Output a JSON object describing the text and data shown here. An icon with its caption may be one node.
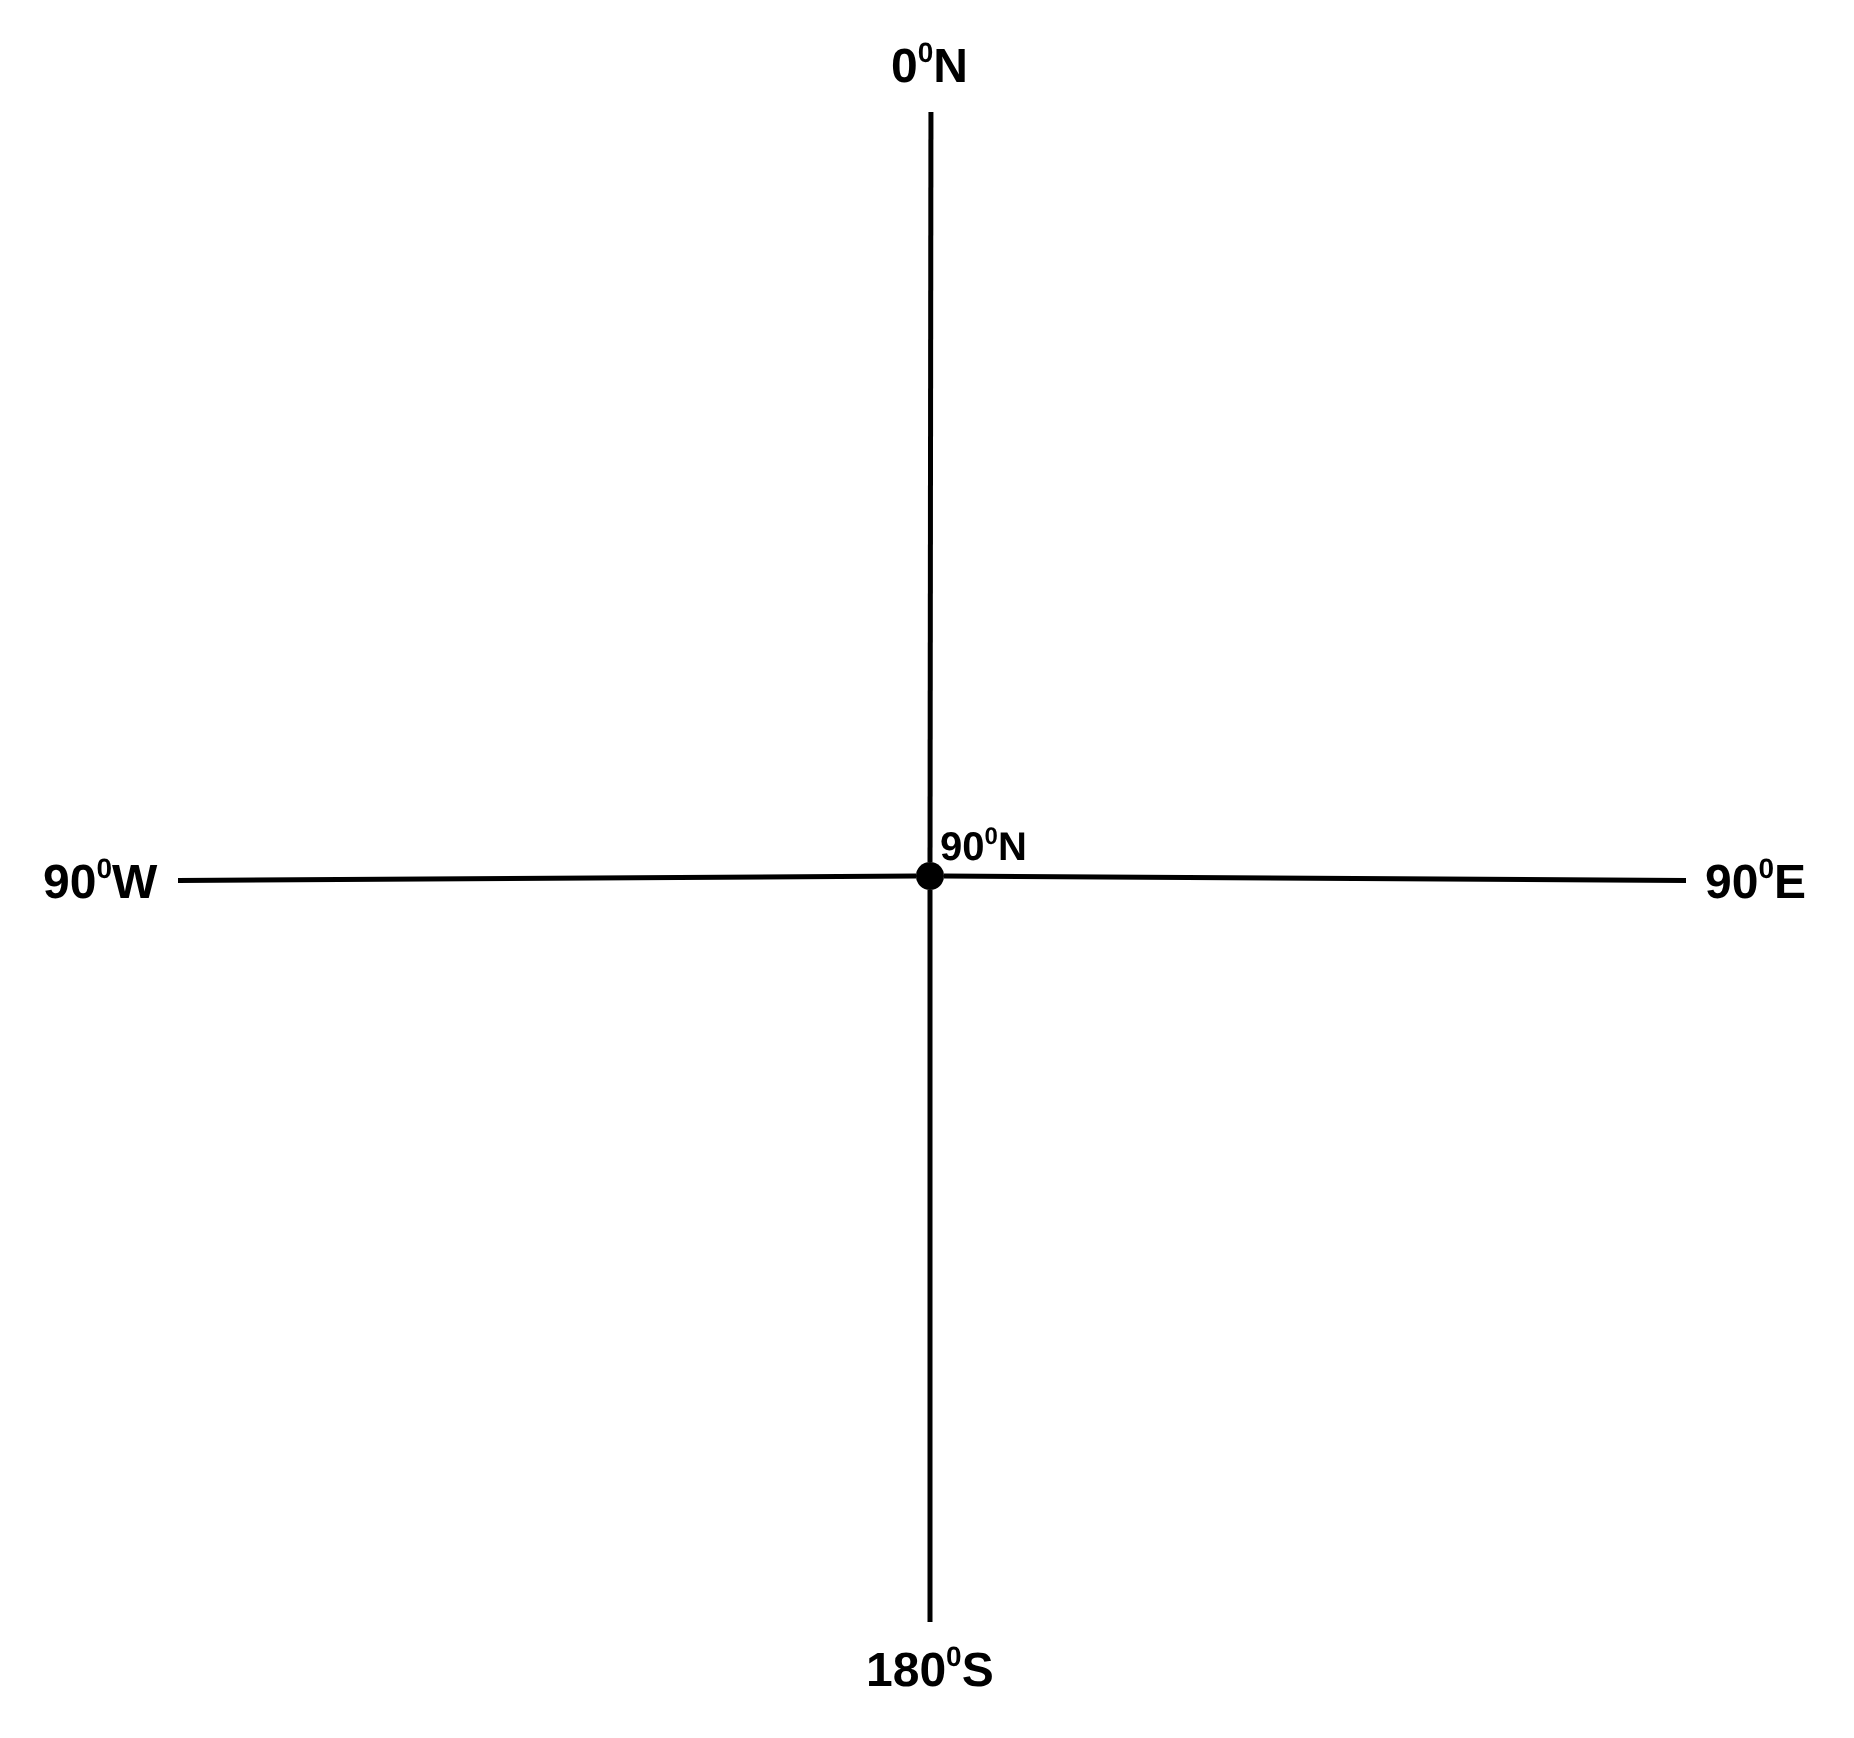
{
  "diagram": {
    "nodes": [
      {
        "text": [
          "0$^{0}$N"
        ]
      },
      {
        "text": [
          "90$^{0}$W"
        ]
      },
      {
        "text": [],
        "shape": "circle",
        "beside": [
          "90$^{0}$N"
        ]
      },
      {
        "text": [
          "90$^{0}$E"
        ]
      },
      {
        "text": [
          "180$^{0}$S"
        ]
      }
    ],
    "edges": [
      {
        "from": 2,
        "to": 0,
        "arrow": "none"
      },
      {
        "from": 2,
        "to": 1,
        "arrow": "none"
      },
      {
        "from": 2,
        "to": 3,
        "arrow": "none"
      },
      {
        "from": 2,
        "to": 4,
        "arrow": "none"
      }
    ]
  }
}
